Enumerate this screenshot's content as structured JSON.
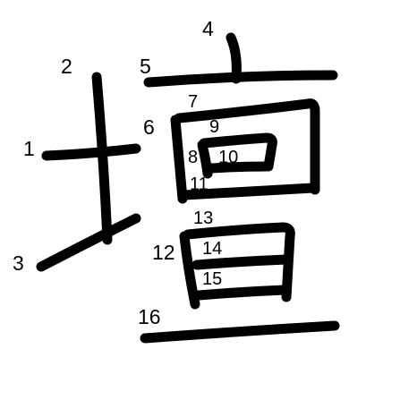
{
  "strokes": [
    {
      "order": "1"
    },
    {
      "order": "2"
    },
    {
      "order": "3"
    },
    {
      "order": "4"
    },
    {
      "order": "5"
    },
    {
      "order": "6"
    },
    {
      "order": "7"
    },
    {
      "order": "8"
    },
    {
      "order": "9"
    },
    {
      "order": "10"
    },
    {
      "order": "11"
    },
    {
      "order": "12"
    },
    {
      "order": "13"
    },
    {
      "order": "14"
    },
    {
      "order": "15"
    },
    {
      "order": "16"
    }
  ],
  "colors": {
    "stroke": "#000000",
    "label": "#000000",
    "background": "#ffffff"
  }
}
